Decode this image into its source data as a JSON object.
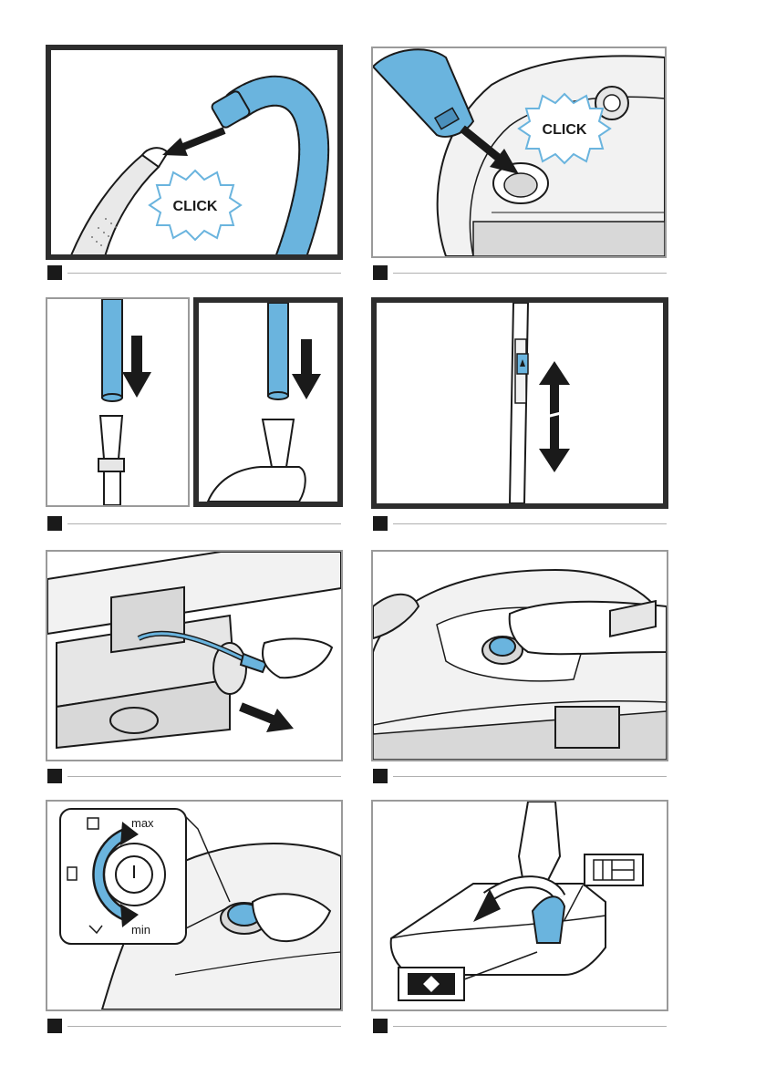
{
  "colors": {
    "accent_blue": "#6ab4de",
    "outline": "#1a1a1a",
    "frame_dark": "#2d2d2d",
    "frame_light": "#9a9a9a",
    "grey_body": "#d8d8d8"
  },
  "panels": [
    {
      "id": "p1",
      "burst_label": "CLICK"
    },
    {
      "id": "p2",
      "burst_label": "CLICK"
    },
    {
      "id": "p3"
    },
    {
      "id": "p4"
    },
    {
      "id": "p5"
    },
    {
      "id": "p6"
    },
    {
      "id": "p7",
      "dial_max": "max",
      "dial_min": "min"
    },
    {
      "id": "p8"
    }
  ],
  "icons": [
    "hose-connect-icon",
    "machine-socket-icon",
    "tube-connect-icon",
    "telescopic-tube-icon",
    "cable-pull-icon",
    "power-button-icon",
    "power-dial-icon",
    "floor-nozzle-icon",
    "carpet-icon",
    "hard-floor-icon"
  ]
}
